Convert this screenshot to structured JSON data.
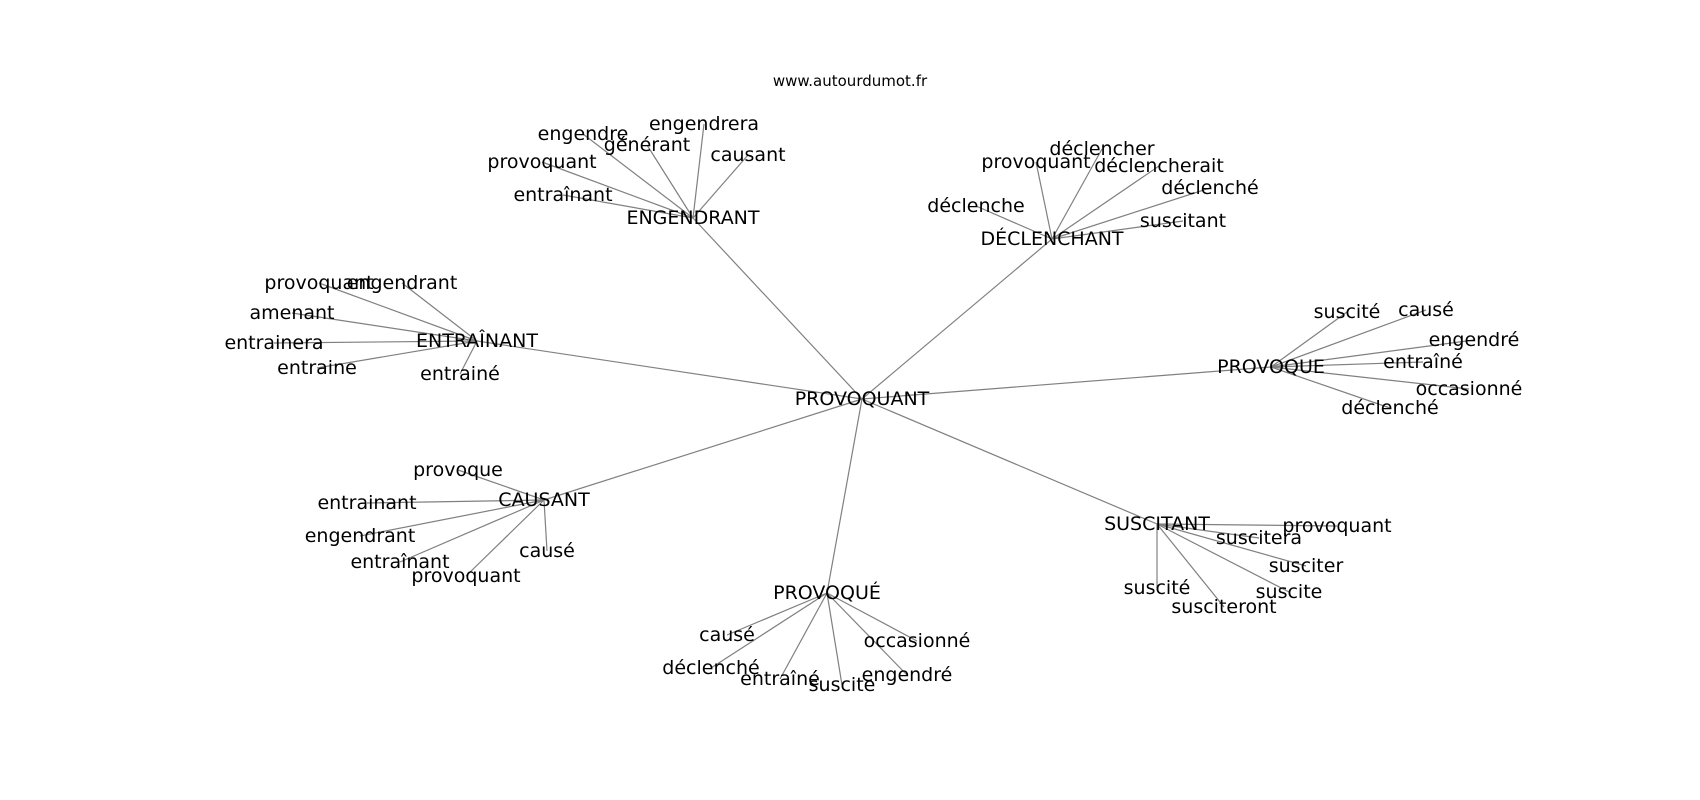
{
  "page": {
    "source_label": "www.autourdumot.fr"
  },
  "graph": {
    "center": "PROVOQUANT",
    "hubs": [
      {
        "id": "engendrant",
        "label": "ENGENDRANT",
        "words": [
          "engendre",
          "générant",
          "engendrera",
          "causant",
          "provoquant",
          "entraînant"
        ]
      },
      {
        "id": "declenchant",
        "label": "DÉCLENCHANT",
        "words": [
          "provoquant",
          "déclencher",
          "déclencherait",
          "déclenché",
          "déclenche",
          "suscitant"
        ]
      },
      {
        "id": "entrainant",
        "label": "ENTRAÎNANT",
        "words": [
          "provoquant",
          "engendrant",
          "amenant",
          "entrainera",
          "entraine",
          "entrainé"
        ]
      },
      {
        "id": "provoque",
        "label": "PROVOQUE",
        "words": [
          "suscité",
          "causé",
          "engendré",
          "entraîné",
          "occasionné",
          "déclenché"
        ]
      },
      {
        "id": "causant",
        "label": "CAUSANT",
        "words": [
          "provoque",
          "entrainant",
          "engendrant",
          "entraînant",
          "provoquant",
          "causé"
        ]
      },
      {
        "id": "suscitant",
        "label": "SUSCITANT",
        "words": [
          "provoquant",
          "suscitera",
          "susciter",
          "suscite",
          "susciteront",
          "suscité"
        ]
      },
      {
        "id": "provoque-acc",
        "label": "PROVOQUÉ",
        "words": [
          "causé",
          "déclenché",
          "entraîné",
          "suscite",
          "engendré",
          "occasionné"
        ]
      }
    ]
  }
}
